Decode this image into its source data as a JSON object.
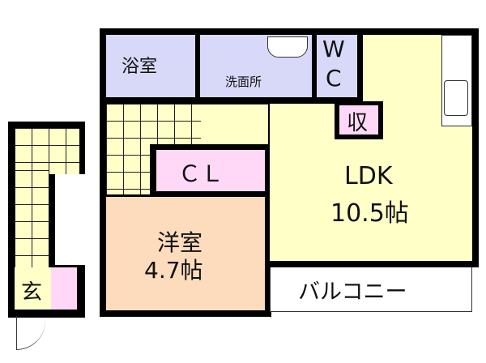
{
  "rooms": {
    "bath": "浴室",
    "washroom": "洗面所",
    "wc_w": "W",
    "wc_c": "C",
    "storage": "収",
    "closet": "ＣＬ",
    "ldk_name": "LDK",
    "ldk_size": "10.5帖",
    "western_name": "洋室",
    "western_size": "4.7帖",
    "balcony": "バルコニー",
    "entrance": "玄"
  },
  "colors": {
    "wet_area": "#d8d8f8",
    "living": "#ffffc8",
    "storage": "#ffd8f8",
    "bedroom": "#fcdcbc"
  }
}
